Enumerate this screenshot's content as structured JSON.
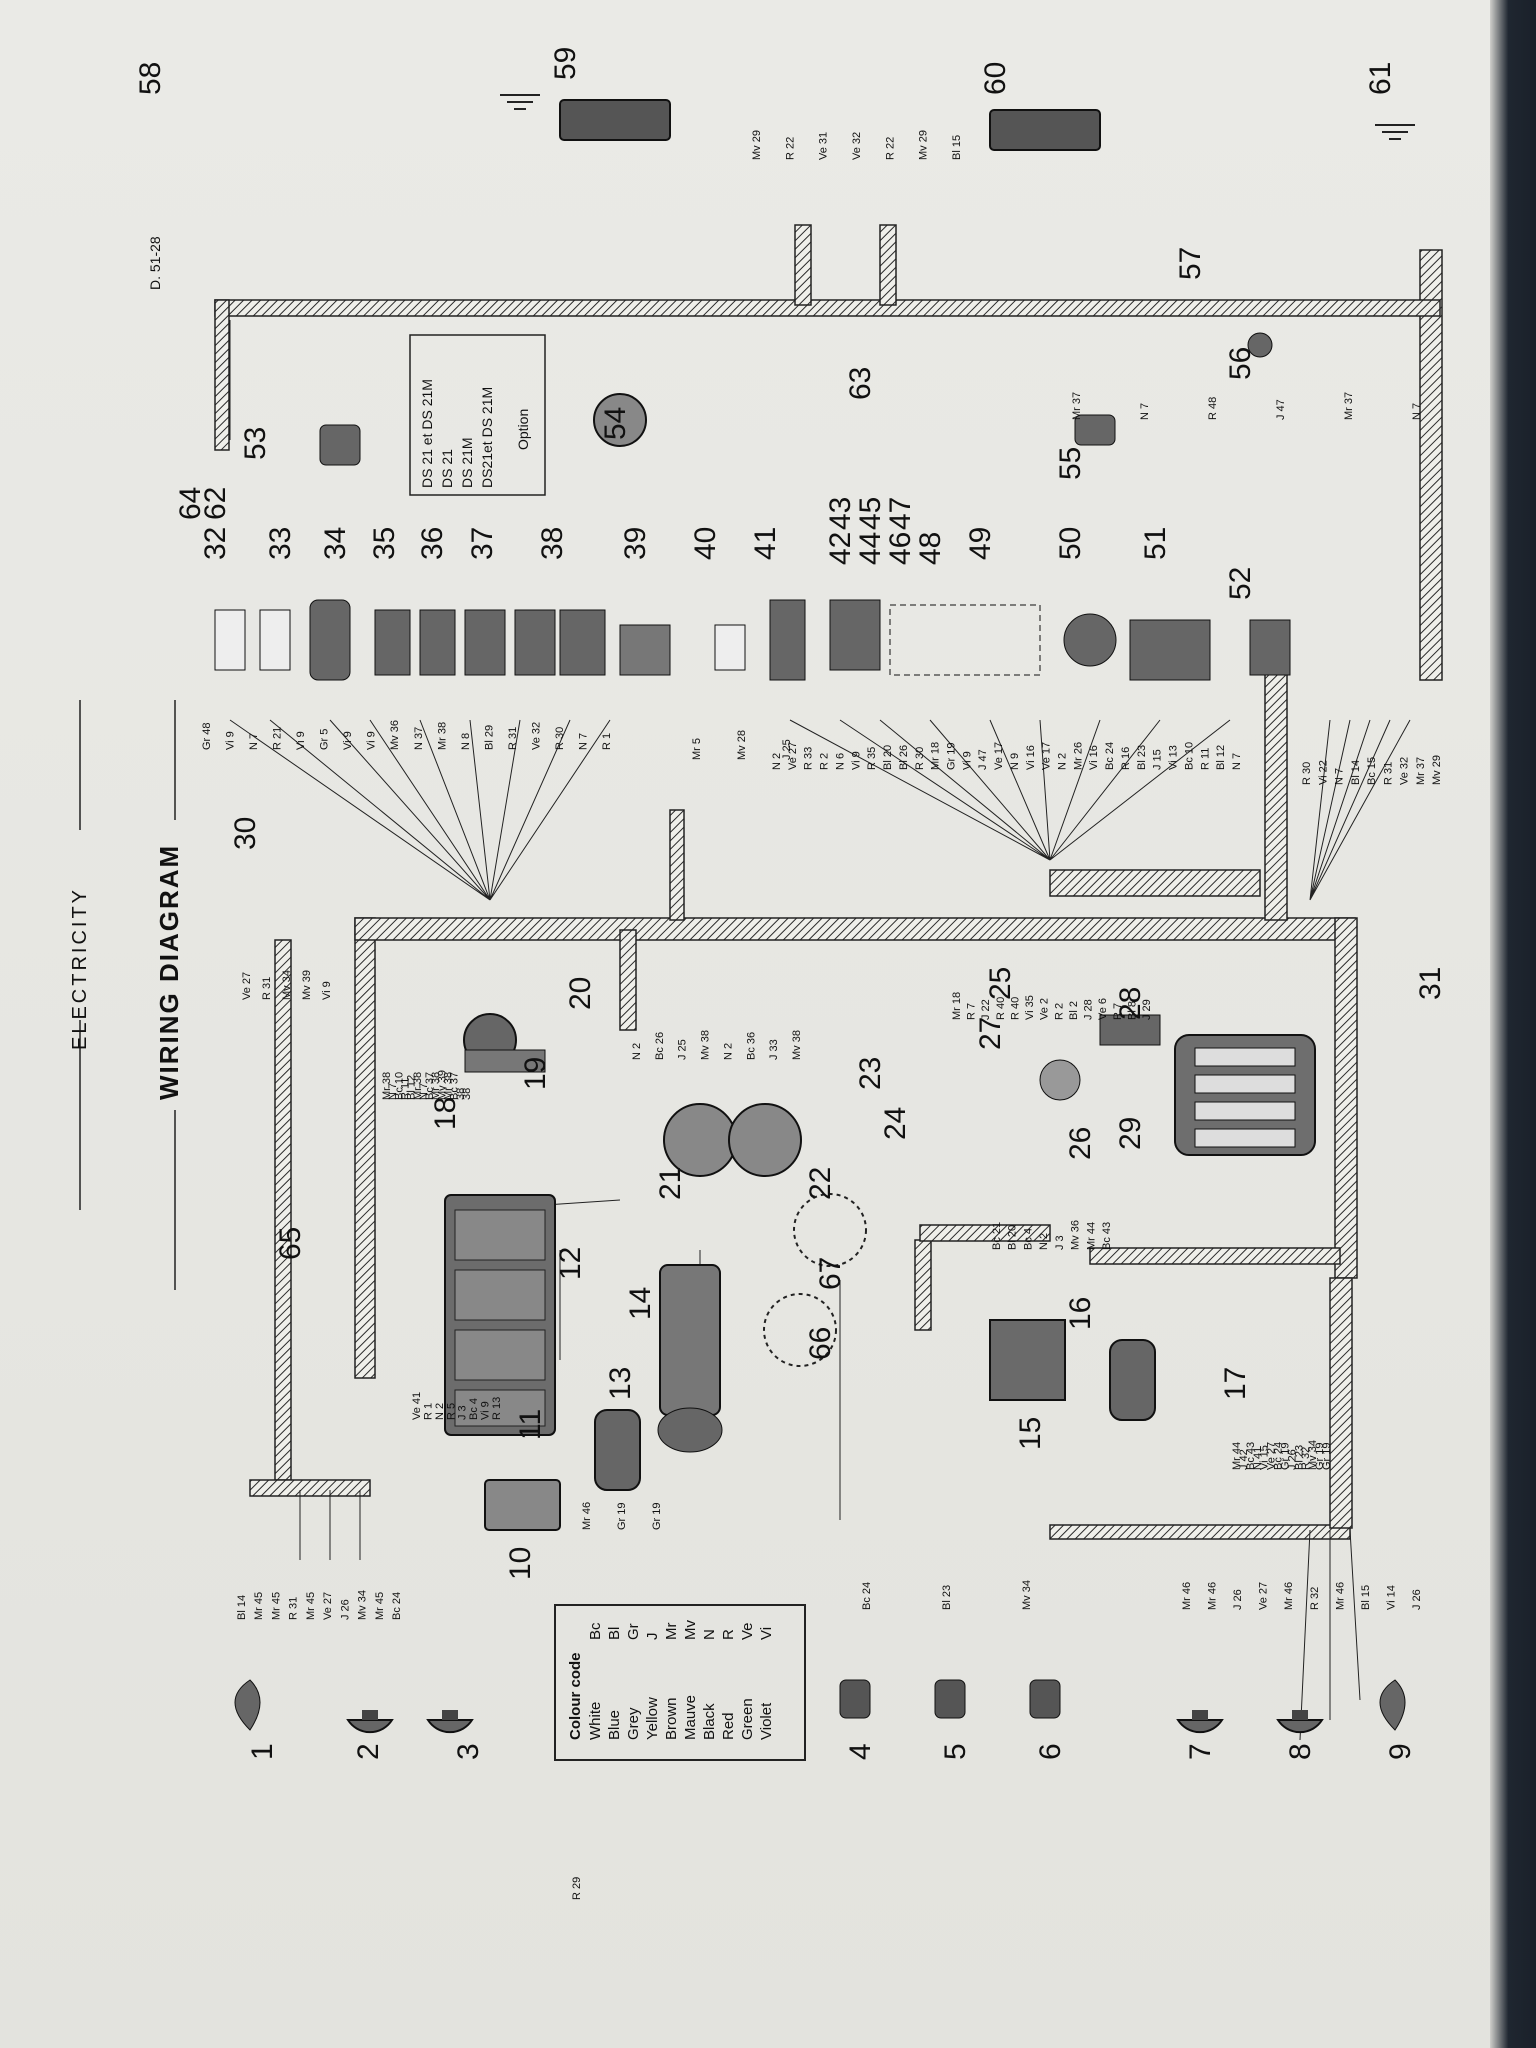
{
  "header": {
    "section": "ELECTRICITY",
    "title": "WIRING DIAGRAM",
    "reference": "D. 51-28"
  },
  "colour_code": {
    "title": "Colour code",
    "entries": [
      {
        "name": "White",
        "code": "Bc"
      },
      {
        "name": "Blue",
        "code": "Bl"
      },
      {
        "name": "Grey",
        "code": "Gr"
      },
      {
        "name": "Yellow",
        "code": "J"
      },
      {
        "name": "Brown",
        "code": "Mr"
      },
      {
        "name": "Mauve",
        "code": "Mv"
      },
      {
        "name": "Black",
        "code": "N"
      },
      {
        "name": "Red",
        "code": "R"
      },
      {
        "name": "Green",
        "code": "Ve"
      },
      {
        "name": "Violet",
        "code": "Vi"
      }
    ]
  },
  "model_legend": {
    "entries": [
      {
        "model": "DS 21 et DS 21M"
      },
      {
        "model": "DS 21"
      },
      {
        "model": "DS 21M"
      },
      {
        "model": "DS21et DS 21M"
      }
    ],
    "option_label": "Option"
  },
  "component_numbers": [
    "1",
    "2",
    "3",
    "4",
    "5",
    "6",
    "7",
    "8",
    "9",
    "10",
    "11",
    "12",
    "13",
    "14",
    "15",
    "16",
    "17",
    "18",
    "19",
    "20",
    "21",
    "22",
    "23",
    "24",
    "25",
    "26",
    "27",
    "28",
    "29",
    "30",
    "31",
    "32",
    "33",
    "34",
    "35",
    "36",
    "37",
    "38",
    "39",
    "40",
    "41",
    "42",
    "43",
    "44",
    "45",
    "46",
    "47",
    "48",
    "49",
    "50",
    "51",
    "52",
    "53",
    "54",
    "55",
    "56",
    "57",
    "58",
    "59",
    "60",
    "61",
    "62",
    "63",
    "64",
    "65",
    "66",
    "67"
  ],
  "wire_labels": [
    "Bl 14",
    "Mr 45",
    "Mr 45",
    "R 31",
    "Mr 45",
    "Ve 27",
    "J 26",
    "Mv 34",
    "Mr 45",
    "Bc 24",
    "Bc 24",
    "Bl 23",
    "Mv 34",
    "Mr 46",
    "Mr 46",
    "J 26",
    "Ve 27",
    "Mr 46",
    "R 32",
    "Mr 46",
    "Bl 15",
    "Vi 14",
    "J 26",
    "Ve 27",
    "R 31",
    "Mv 34",
    "Mv 39",
    "Vi 9",
    "Gr 48",
    "Vi 9",
    "N 7",
    "R 21",
    "Vi 9",
    "Gr 5",
    "Vi 9",
    "Vi 9",
    "Mv 36",
    "N 37",
    "Mr 38",
    "N 8",
    "Bl 29",
    "R 31",
    "Ve 32",
    "R 30",
    "N 7",
    "R 1",
    "Mr 5",
    "Mv 28",
    "J 25",
    "N 2",
    "Ve 27",
    "R 33",
    "R 2",
    "N 6",
    "Vi 9",
    "R 35",
    "Bl 20",
    "Bl 26",
    "R 30",
    "Mr 18",
    "Gr 19",
    "Vi 9",
    "J 47",
    "Ve 17",
    "N 9",
    "Vi 16",
    "Ve 17",
    "N 2",
    "Mr 26",
    "Vi 16",
    "Bc 24",
    "R 16",
    "Bl 23",
    "J 15",
    "Vi 13",
    "Bc 10",
    "R 11",
    "Bl 12",
    "N 7",
    "R 30",
    "Vi 22",
    "N 7",
    "Bl 14",
    "Bc 15",
    "R 31",
    "Ve 32",
    "Mr 37",
    "Mv 29",
    "Mv 29",
    "R 22",
    "Ve 31",
    "Ve 32",
    "R 22",
    "Mv 29",
    "Bl 15",
    "Mr 37",
    "N 7",
    "R 48",
    "J 47",
    "Mr 37",
    "N 7",
    "N 2",
    "Bc 26",
    "J 25",
    "Mv 38",
    "N 2",
    "Bc 36",
    "J 33",
    "Mv 38",
    "Mr 18",
    "R 7",
    "J 22",
    "R 40",
    "R 40",
    "Vi 35",
    "Ve 2",
    "R 2",
    "Bl 2",
    "J 28",
    "Ve 6",
    "R 7",
    "Bl 8",
    "J 29",
    "Bc 21",
    "Bl 20",
    "Bc 4",
    "N 2",
    "J 3",
    "Mv 36",
    "Mr 44",
    "Bc 43",
    "Mr 44",
    "J 42",
    "Bc 43",
    "N 41",
    "Vi 15",
    "Ve 27",
    "Bc 24",
    "Gr 19",
    "J 26",
    "Bl 23",
    "R 32",
    "Mv 34",
    "Gr 19",
    "Gr 19",
    "Mr 46",
    "Gr 19",
    "Gr 19",
    "Ve 41",
    "R 1",
    "N 2",
    "R 5",
    "J 3",
    "Bc 4",
    "Vi 9",
    "R 13",
    "Mr 38",
    "N 7",
    "Bc 10",
    "R 11",
    "Bl 12",
    "Mr 38",
    "N 7",
    "Bc 37",
    "Mr 38",
    "Mv 39",
    "Mr 38",
    "Bc 37",
    "38",
    "38",
    "R 29"
  ],
  "icons": [
    "headlamp-icon",
    "sidelamp-icon",
    "battery-icon",
    "horn-icon",
    "relay-icon",
    "fuse-box-icon",
    "switch-icon",
    "bulb-icon",
    "ground-icon",
    "motor-icon"
  ]
}
